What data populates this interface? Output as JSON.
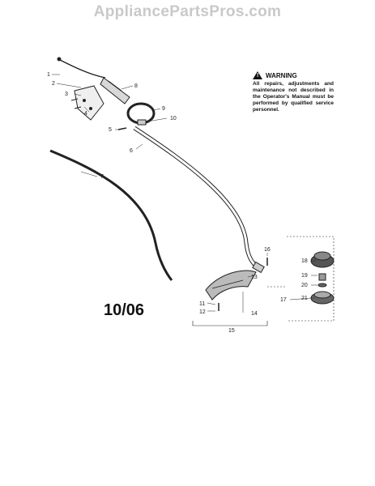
{
  "site": {
    "title": "AppliancePartsPros.com"
  },
  "warning": {
    "heading": "WARNING",
    "body": "All repairs, adjustments and maintenance not described in the Operator's Manual must be performed by qualified service personnel."
  },
  "date_code": "10/06",
  "callouts": {
    "c1": "1",
    "c2": "2",
    "c3": "3",
    "c4": "4",
    "c5": "5",
    "c6": "6",
    "c7": "7",
    "c8": "8",
    "c9": "9",
    "c10": "10",
    "c11": "11",
    "c12": "12",
    "c13": "13",
    "c14": "14",
    "c15": "15",
    "c16": "16",
    "c17": "17",
    "c18": "18",
    "c19": "19",
    "c20": "20",
    "c21": "21"
  }
}
